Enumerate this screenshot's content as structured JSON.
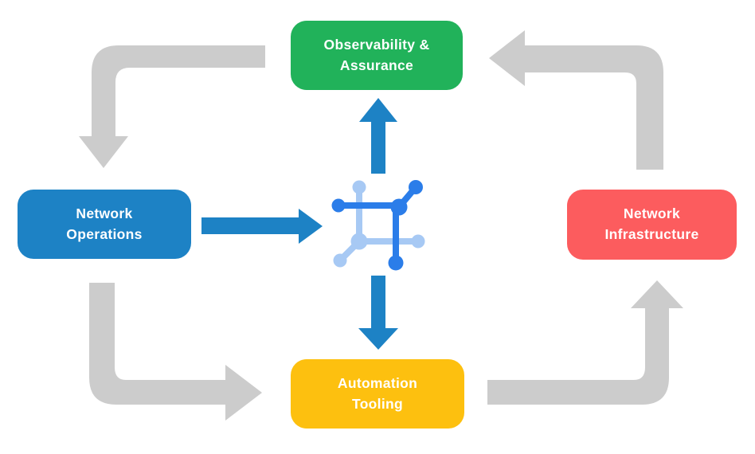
{
  "diagram": {
    "name": "network-automation-cycle",
    "nodes": {
      "observability": {
        "line1": "Observability &",
        "line2": "Assurance",
        "color": "#21b25a"
      },
      "operations": {
        "line1": "Network",
        "line2": "Operations",
        "color": "#1d82c5"
      },
      "infrastructure": {
        "line1": "Network",
        "line2": "Infrastructure",
        "color": "#fc5c5e"
      },
      "tooling": {
        "line1": "Automation",
        "line2": "Tooling",
        "color": "#fdc00f"
      }
    },
    "center_icon": "network-mesh-icon",
    "colors": {
      "cycle_arrow": "#cccccc",
      "straight_arrow": "#1d82c5",
      "icon_dark": "#2b7de9",
      "icon_light": "#a7c9f4",
      "node_text": "#ffffff",
      "background": "#ffffff"
    }
  }
}
